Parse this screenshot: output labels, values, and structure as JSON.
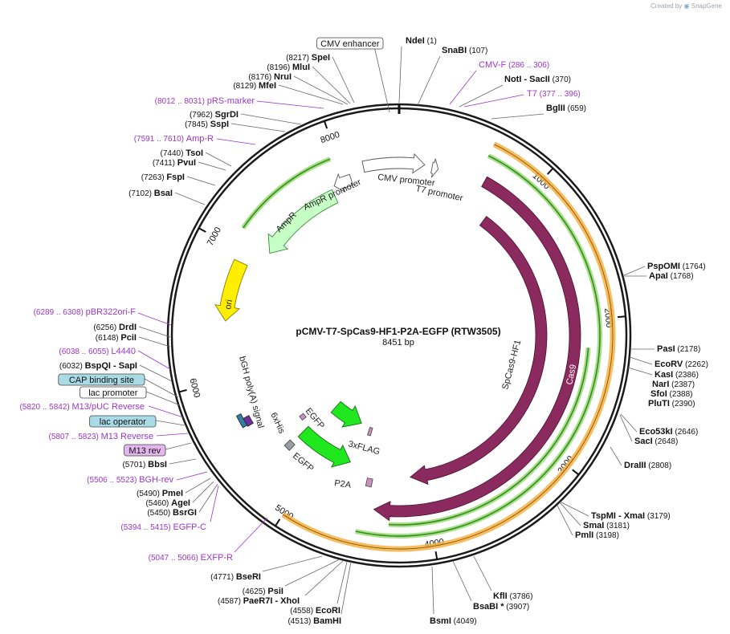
{
  "credit": {
    "text": "Created by",
    "brand": "SnapGene"
  },
  "plasmid": {
    "name": "pCMV-T7-SpCas9-HF1-P2A-EGFP (RTW3505)",
    "length_label": "8451 bp",
    "length": 8451
  },
  "ticks": [
    "1000",
    "2000",
    "3000",
    "4000",
    "5000",
    "6000",
    "7000",
    "8000"
  ],
  "sites": [
    {
      "name": "NdeI",
      "pos": "(1)"
    },
    {
      "name": "SnaBI",
      "pos": "(107)"
    },
    {
      "name": "NotI",
      "extra": "- SacII",
      "pos": "(370)"
    },
    {
      "name": "BglII",
      "pos": "(659)"
    },
    {
      "name": "PspOMI",
      "pos": "(1764)"
    },
    {
      "name": "ApaI",
      "pos": "(1768)"
    },
    {
      "name": "PasI",
      "pos": "(2178)"
    },
    {
      "name": "EcoRV",
      "pos": "(2262)"
    },
    {
      "name": "KasI",
      "pos": "(2386)"
    },
    {
      "name": "NarI",
      "pos": "(2387)"
    },
    {
      "name": "SfoI",
      "pos": "(2388)"
    },
    {
      "name": "PluTI",
      "pos": "(2390)"
    },
    {
      "name": "Eco53kI",
      "pos": "(2646)"
    },
    {
      "name": "SacI",
      "pos": "(2648)"
    },
    {
      "name": "DraIII",
      "pos": "(2808)"
    },
    {
      "name": "TspMI",
      "extra": "- XmaI",
      "pos": "(3179)"
    },
    {
      "name": "SmaI",
      "pos": "(3181)"
    },
    {
      "name": "PmlI",
      "pos": "(3198)"
    },
    {
      "name": "KflI",
      "pos": "(3786)"
    },
    {
      "name": "BsaBI",
      "extra": "*",
      "pos": "(3907)"
    },
    {
      "name": "BsmI",
      "pos": "(4049)"
    },
    {
      "name": "BamHI",
      "pos": "(4513)"
    },
    {
      "name": "EcoRI",
      "pos": "(4558)"
    },
    {
      "name": "PaeR7I",
      "extra": "- XhoI",
      "pos": "(4587)"
    },
    {
      "name": "PsiI",
      "pos": "(4625)"
    },
    {
      "name": "BseRI",
      "pos": "(4771)"
    },
    {
      "name": "BsrGI",
      "pos": "(5450)"
    },
    {
      "name": "AgeI",
      "pos": "(5460)"
    },
    {
      "name": "PmeI",
      "pos": "(5490)"
    },
    {
      "name": "BbsI",
      "pos": "(5701)"
    },
    {
      "name": "BspQI",
      "extra": "- SapI",
      "pos": "(6032)"
    },
    {
      "name": "PciI",
      "pos": "(6148)"
    },
    {
      "name": "DrdI",
      "pos": "(6256)"
    },
    {
      "name": "BsaI",
      "pos": "(7102)"
    },
    {
      "name": "FspI",
      "pos": "(7263)"
    },
    {
      "name": "PvuI",
      "pos": "(7411)"
    },
    {
      "name": "TsoI",
      "pos": "(7440)"
    },
    {
      "name": "SspI",
      "pos": "(7845)"
    },
    {
      "name": "SgrDI",
      "pos": "(7962)"
    },
    {
      "name": "MfeI",
      "pos": "(8129)"
    },
    {
      "name": "NruI",
      "pos": "(8176)"
    },
    {
      "name": "MluI",
      "pos": "(8196)"
    },
    {
      "name": "SpeI",
      "pos": "(8217)"
    }
  ],
  "primers": [
    {
      "name": "CMV-F",
      "range": "(286 .. 306)"
    },
    {
      "name": "T7",
      "range": "(377 .. 396)"
    },
    {
      "name": "pRS-marker",
      "range": "(8012 .. 8031)"
    },
    {
      "name": "Amp-R",
      "range": "(7591 .. 7610)"
    },
    {
      "name": "pBR322ori-F",
      "range": "(6289 .. 6308)"
    },
    {
      "name": "L4440",
      "range": "(6038 .. 6055)"
    },
    {
      "name": "M13/pUC Reverse",
      "range": "(5820 .. 5842)"
    },
    {
      "name": "M13 Reverse",
      "range": "(5807 .. 5823)"
    },
    {
      "name": "BGH-rev",
      "range": "(5506 .. 5523)"
    },
    {
      "name": "EGFP-C",
      "range": "(5394 .. 5415)"
    },
    {
      "name": "EXFP-R",
      "range": "(5047 .. 5066)"
    }
  ],
  "boxed_labels": [
    {
      "name": "CMV enhancer",
      "fill": "#ffffff"
    },
    {
      "name": "CAP binding site",
      "fill": "#a9dbe6"
    },
    {
      "name": "lac promoter",
      "fill": "#ffffff"
    },
    {
      "name": "lac operator",
      "fill": "#a9dbe6"
    },
    {
      "name": "M13 rev",
      "fill": "#e3b7ee"
    }
  ],
  "features": {
    "cmv_promoter": "CMV promoter",
    "t7_promoter": "T7 promoter",
    "ampr_promoter": "AmpR promoter",
    "ampr": "AmpR",
    "ori": "ori",
    "spcas9": "SpCas9-HF1",
    "cas9": "Cas9",
    "bgh": "bGH poly(A) signal",
    "sixhis": "6xHis",
    "egfp1": "EGFP",
    "egfp2": "EGFP",
    "flag": "3xFLAG",
    "p2a": "P2A"
  },
  "colors": {
    "cas9": "#8b2a5e",
    "orange_arc": "#f5b041",
    "green_arc": "#3a8c1c",
    "egfp": "#1fe81f",
    "ori": "#ffee00",
    "ampr": "#c6ffc6",
    "primer": "#9b35c9"
  }
}
